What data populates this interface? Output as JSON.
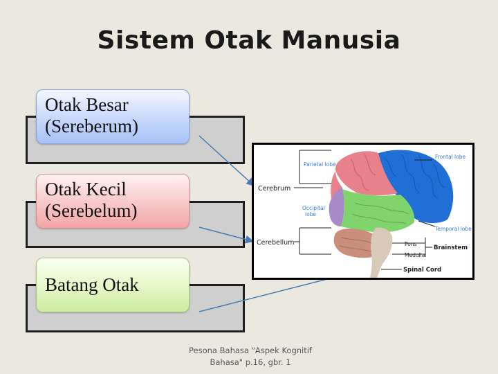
{
  "title": "Sistem Otak Manusia",
  "boxes": [
    {
      "line1": "Otak Besar",
      "line2": "(Sereberum)"
    },
    {
      "line1": "Otak Kecil",
      "line2": "(Serebelum)"
    },
    {
      "line1": "Batang Otak"
    }
  ],
  "brain_labels": {
    "cerebrum": "Cerebrum",
    "cerebellum": "Cerebellum",
    "parietal": "Parietal lobe",
    "occipital_1": "Occipital",
    "occipital_2": "lobe",
    "frontal": "Frontal lobe",
    "temporal": "Temporal lobe",
    "pons": "Pons",
    "medulla": "Medulla",
    "brainstem": "Brainstem",
    "spinal": "Spinal Cord"
  },
  "caption": {
    "line1": "Pesona Bahasa \"Aspek Kognitif",
    "line2": "Bahasa\" p.16, gbr. 1"
  },
  "colors": {
    "frontal": "#1f6fd6",
    "parietal": "#e8818a",
    "occipital": "#a88ac8",
    "temporal": "#7fd46c",
    "cerebellum": "#c98f7c",
    "brainstem": "#d8c9b8",
    "label_blue": "#3a7bd5",
    "connector": "#4a7ab5"
  }
}
